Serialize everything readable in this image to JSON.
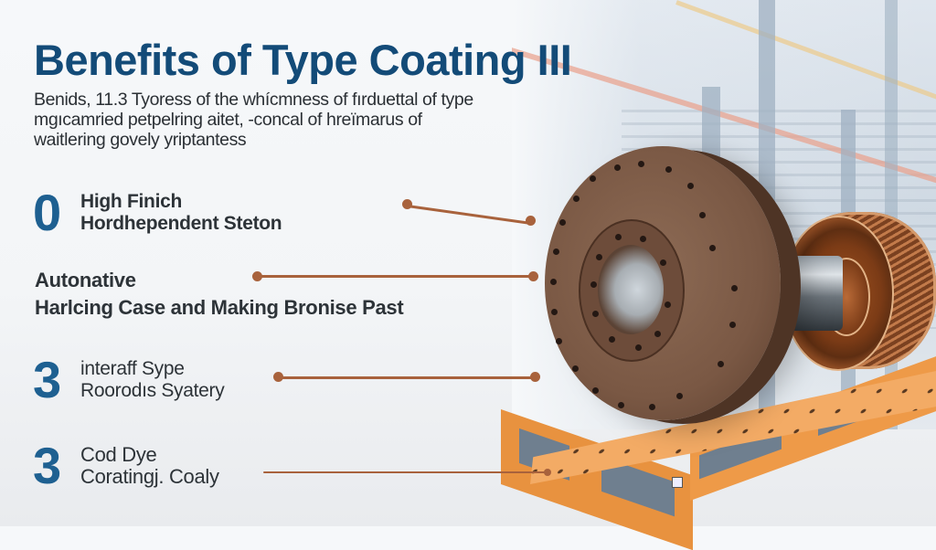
{
  "header": {
    "title": "Benefits of Type Coating III",
    "subtitle_lines": [
      "Benids, 11.3 Tyoress of the whícmness of fırduettal of type",
      "mgıcamried petpelring aitet, -concal of hreïmarus of",
      "waitlering govely yriptantess"
    ]
  },
  "items": [
    {
      "number": "0",
      "lines": [
        "High Finich",
        "Hordhependent Steton"
      ],
      "bold": true
    },
    {
      "number": "",
      "lines": [
        "Autonative",
        "Harlcing Case and Making Bronise Past"
      ],
      "bold": true
    },
    {
      "number": "3",
      "lines": [
        "interaff Sype",
        "Roorodıs  Syatery"
      ],
      "bold": false
    },
    {
      "number": "3",
      "lines": [
        "Cod Dye",
        "Coratingj. Coaly"
      ],
      "bold": false
    }
  ],
  "colors": {
    "title": "#134b78",
    "numeral": "#1e6091",
    "connector": "#a8623c",
    "pallet": "#f3ab65",
    "disk": "#7a5844"
  },
  "illustration": {
    "subject": "coated-flange-disk-on-shaft-with-rotor",
    "base": "orange-perforated-pallet",
    "background": "industrial-factory-interior"
  }
}
